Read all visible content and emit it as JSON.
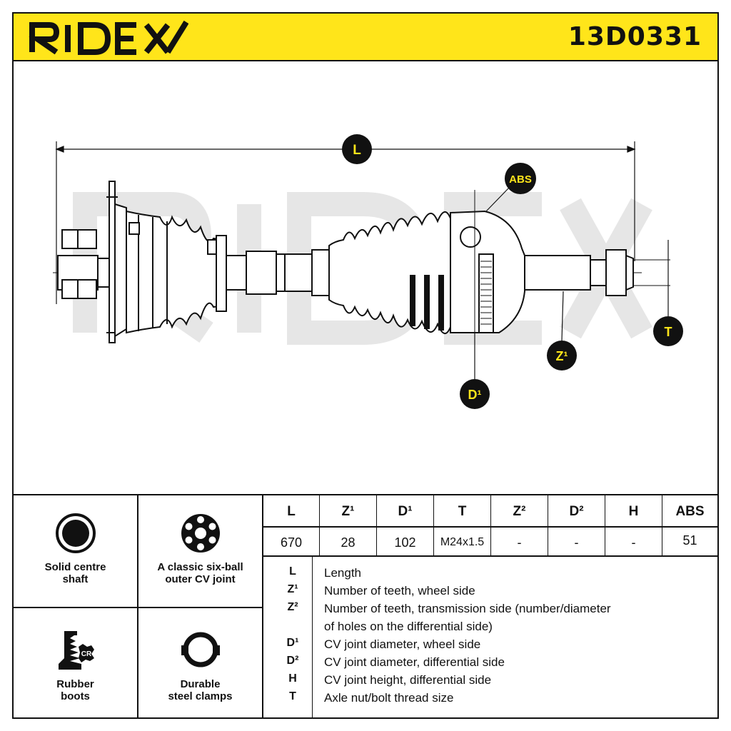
{
  "header": {
    "brand": "RIDEX",
    "part_number": "13D0331"
  },
  "drawing": {
    "watermark": "RIDEX",
    "callouts": {
      "L": "L",
      "ABS": "ABS",
      "Z1": "Z¹",
      "D1": "D¹",
      "T": "T"
    }
  },
  "features": [
    {
      "label": "Solid centre\nshaft",
      "icon": "solid-circle-icon"
    },
    {
      "label": "A classic six-ball\nouter CV joint",
      "icon": "six-ball-joint-icon"
    },
    {
      "label": "Rubber\nboots",
      "icon": "rubber-boot-cr-icon"
    },
    {
      "label": "Durable\nsteel clamps",
      "icon": "steel-clamp-icon"
    }
  ],
  "specs": {
    "headers": [
      "L",
      "Z¹",
      "D¹",
      "T",
      "Z²",
      "D²",
      "H",
      "ABS"
    ],
    "values": [
      "670",
      "28",
      "102",
      "M24x1.5",
      "-",
      "-",
      "-",
      "51"
    ]
  },
  "legend": [
    {
      "key": "L",
      "desc": "Length"
    },
    {
      "key": "Z¹",
      "desc": "Number of teeth, wheel side"
    },
    {
      "key": "Z²",
      "desc": "Number of teeth, transmission side (number/diameter"
    },
    {
      "key": "",
      "desc": "of holes on the differential side)"
    },
    {
      "key": "D¹",
      "desc": "CV joint diameter, wheel side"
    },
    {
      "key": "D²",
      "desc": "CV joint diameter, differential side"
    },
    {
      "key": "H",
      "desc": "CV joint height, differential side"
    },
    {
      "key": "T",
      "desc": "Axle nut/bolt thread size"
    }
  ]
}
